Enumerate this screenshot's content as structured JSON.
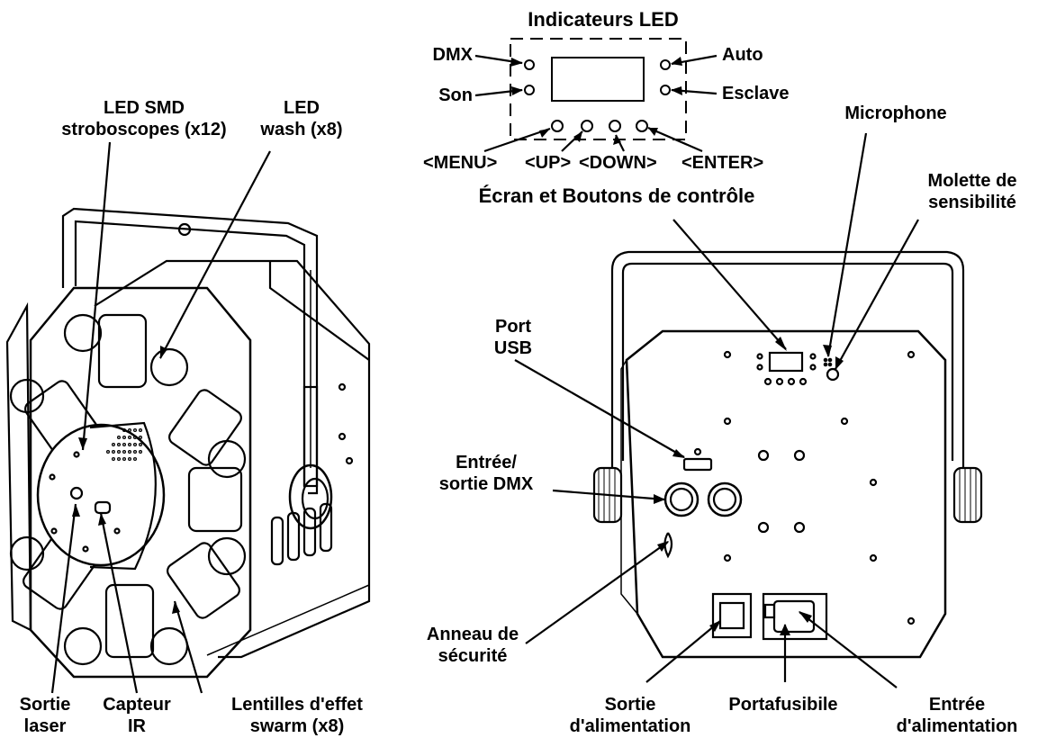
{
  "panel": {
    "title": "Indicateurs LED",
    "leds": {
      "dmx": "DMX",
      "auto": "Auto",
      "son": "Son",
      "esclave": "Esclave"
    },
    "buttons": {
      "menu": "<MENU>",
      "up": "<UP>",
      "down": "<DOWN>",
      "enter": "<ENTER>"
    },
    "subtitle": "Écran et Boutons de contrôle"
  },
  "front": {
    "strobe_label_1": "LED SMD",
    "strobe_label_2": "stroboscopes (x12)",
    "wash_label_1": "LED",
    "wash_label_2": "wash (x8)",
    "laser_label_1": "Sortie",
    "laser_label_2": "laser",
    "ir_label_1": "Capteur",
    "ir_label_2": "IR",
    "lens_label_1": "Lentilles d'effet",
    "lens_label_2": "swarm (x8)"
  },
  "back": {
    "mic_label": "Microphone",
    "knob_label_1": "Molette de",
    "knob_label_2": "sensibilité",
    "usb_label_1": "Port",
    "usb_label_2": "USB",
    "dmx_label_1": "Entrée/",
    "dmx_label_2": "sortie DMX",
    "ring_label_1": "Anneau de",
    "ring_label_2": "sécurité",
    "power_out_label_1": "Sortie",
    "power_out_label_2": "d'alimentation",
    "fuse_label": "Portafusibile",
    "power_in_label_1": "Entrée",
    "power_in_label_2": "d'alimentation"
  }
}
